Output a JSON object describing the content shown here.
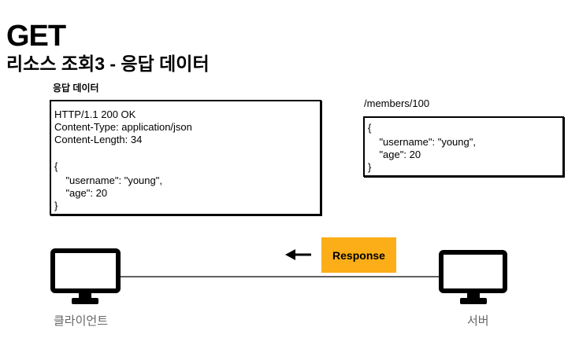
{
  "header": {
    "title": "GET",
    "subtitle": "리소스 조회3 - 응답 데이터"
  },
  "response_panel": {
    "caption": "응답 데이터",
    "lines": [
      "HTTP/1.1 200 OK",
      "Content-Type: application/json",
      "Content-Length: 34",
      "",
      "{",
      "    \"username\": \"young\",",
      "    \"age\": 20",
      "}"
    ]
  },
  "resource_panel": {
    "caption": "/members/100",
    "lines": [
      "{",
      "    \"username\": \"young\",",
      "    \"age\": 20",
      "}"
    ]
  },
  "flow": {
    "badge_label": "Response",
    "badge_color": "#fbae17",
    "direction": "server-to-client"
  },
  "nodes": {
    "client_label": "클라이언트",
    "server_label": "서버",
    "icon": "monitor-icon"
  }
}
